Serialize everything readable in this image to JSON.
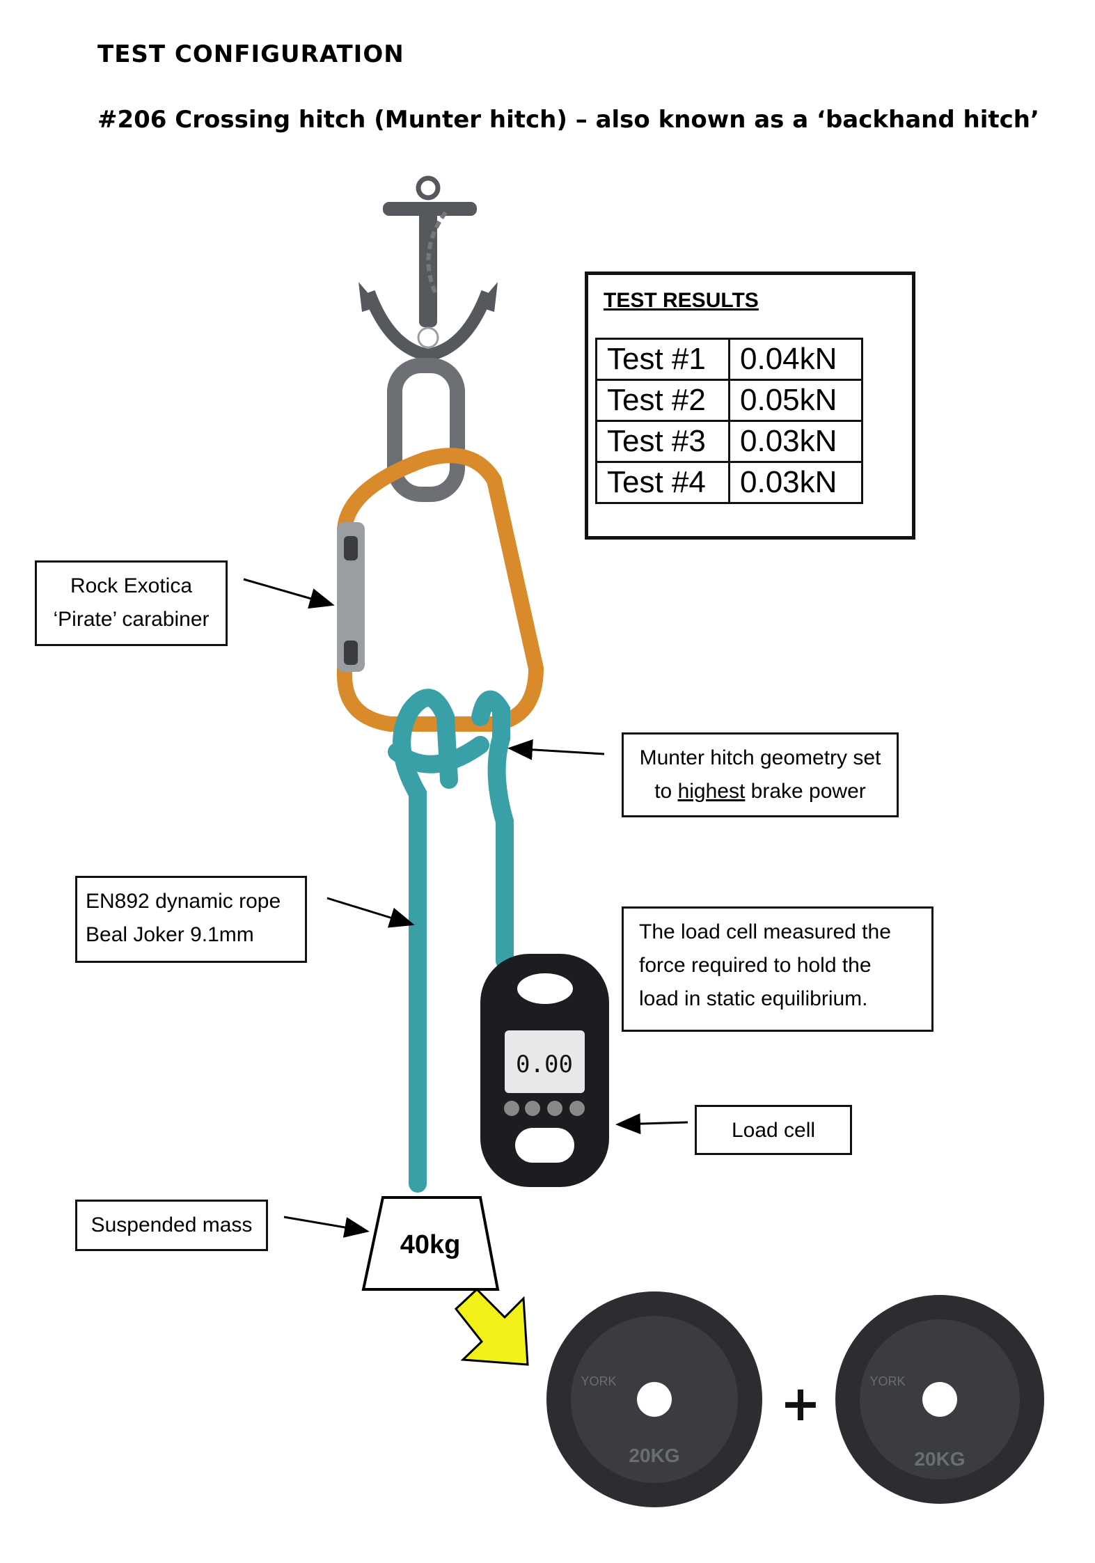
{
  "header": {
    "title": "TEST CONFIGURATION",
    "subtitle": "#206 Crossing hitch (Munter hitch) – also known as a ‘backhand hitch’"
  },
  "results": {
    "title": "TEST RESULTS",
    "rows": [
      {
        "test": "Test #1",
        "value": "0.04kN"
      },
      {
        "test": "Test #2",
        "value": "0.05kN"
      },
      {
        "test": "Test #3",
        "value": "0.03kN"
      },
      {
        "test": "Test #4",
        "value": "0.03kN"
      }
    ]
  },
  "labels": {
    "carabiner_line1": "Rock Exotica",
    "carabiner_line2": "‘Pirate’ carabiner",
    "munter_line1": "Munter hitch geometry set",
    "munter_line2_pre": "to ",
    "munter_line2_underline": "highest",
    "munter_line2_post": " brake power",
    "rope_line1": "EN892 dynamic rope",
    "rope_line2": "Beal Joker 9.1mm",
    "loadcell_desc_line1": "The load cell measured the",
    "loadcell_desc_line2": "force required to hold the",
    "loadcell_desc_line3": "load in static equilibrium.",
    "loadcell": "Load cell",
    "mass": "Suspended mass",
    "mass_value": "40kg",
    "plus": "+",
    "plate_label": "20KG",
    "plate_brand": "YORK",
    "display_reading": "0.00"
  },
  "colors": {
    "rope": "#3aa0a8",
    "carabiner": "#d98a2b",
    "arrow_yellow": "#f2f21a",
    "plate": "#2b2d31",
    "anchor": "#55595e"
  }
}
